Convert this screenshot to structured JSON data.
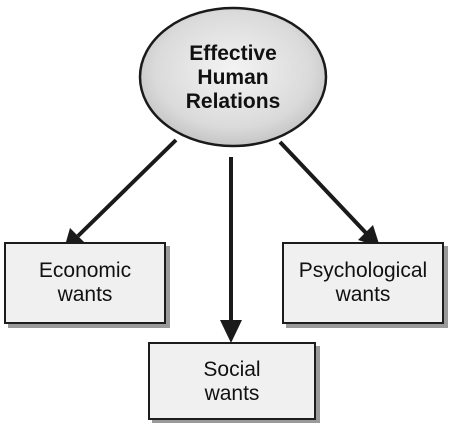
{
  "center": {
    "line1": "Effective",
    "line2": "Human",
    "line3": "Relations"
  },
  "boxes": {
    "economic": {
      "line1": "Economic",
      "line2": "wants"
    },
    "social": {
      "line1": "Social",
      "line2": "wants"
    },
    "psychological": {
      "line1": "Psychological",
      "line2": "wants"
    }
  },
  "colors": {
    "ellipse_fill_center": "#f4f4f4",
    "ellipse_fill_edge": "#bdbdbd",
    "box_fill": "#f0f0f0",
    "stroke": "#1a1a1a"
  }
}
